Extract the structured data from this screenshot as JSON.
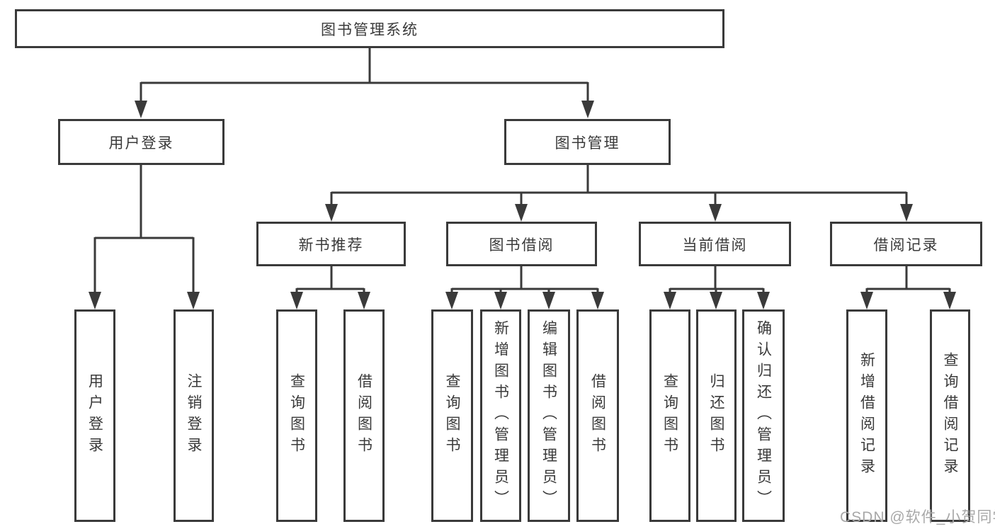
{
  "diagram": {
    "root_label": "图书管理系统",
    "branches": {
      "user": {
        "label": "用户登录",
        "leaves": [
          "用户登录",
          "注销登录"
        ]
      },
      "book": {
        "label": "图书管理",
        "sections": [
          {
            "label": "新书推荐",
            "leaves": [
              "查询图书",
              "借阅图书"
            ]
          },
          {
            "label": "图书借阅",
            "leaves": [
              "查询图书",
              "新增图书（管理员）",
              "编辑图书（管理员）",
              "借阅图书"
            ]
          },
          {
            "label": "当前借阅",
            "leaves": [
              "查询图书",
              "归还图书",
              "确认归还（管理员）"
            ]
          },
          {
            "label": "借阅记录",
            "leaves": [
              "新增借阅记录",
              "查询借阅记录"
            ]
          }
        ]
      }
    },
    "watermark": "CSDN @软件_小贺同学",
    "colors": {
      "line": "#3a3a3a",
      "box_background": "#ffffff",
      "text": "#3a3a3a",
      "watermark": "#a8a8a8"
    }
  }
}
